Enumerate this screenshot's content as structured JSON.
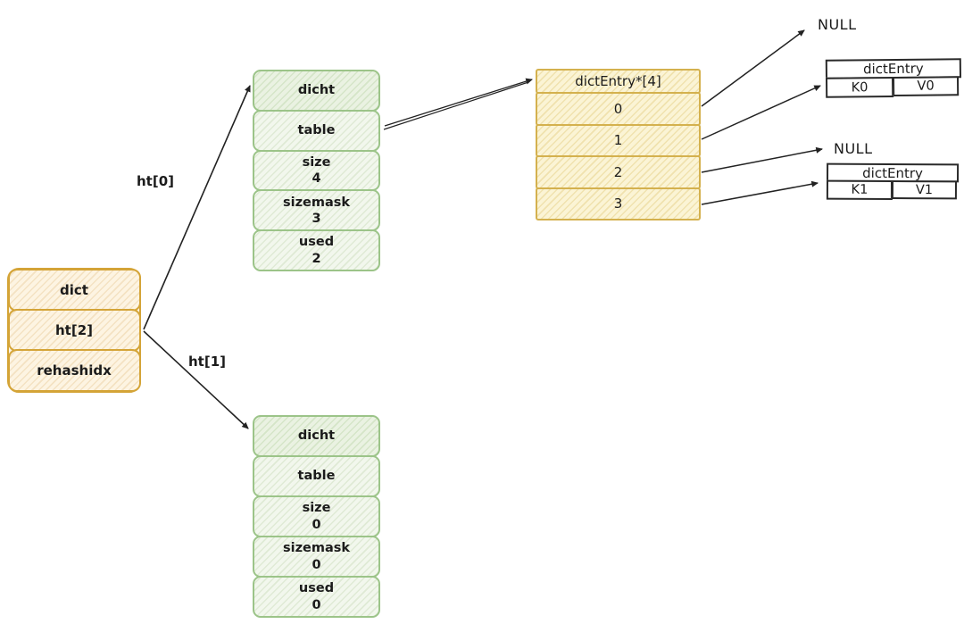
{
  "colors": {
    "orange_border": "#d4a437",
    "orange_fill": "#fdf4e2",
    "orange_hatch": "#f4e2c2",
    "green_border": "#9cc489",
    "green_fill": "#f2f7ed",
    "green_hatch": "#dfead5",
    "yellow_border": "#d4b14e",
    "yellow_fill": "#fbf4d5",
    "yellow_hatch": "#f0e2ae",
    "entry_table_border": "#2a2a2a",
    "arrow": "#222222",
    "text": "#1b1b1b"
  },
  "dict_box": {
    "rows": [
      {
        "label": "dict"
      },
      {
        "label": "ht[2]"
      },
      {
        "label": "rehashidx"
      }
    ]
  },
  "edges": {
    "ht0_label": "ht[0]",
    "ht1_label": "ht[1]"
  },
  "dictht_top": {
    "rows": [
      {
        "label": "dicht",
        "value": ""
      },
      {
        "label": "table",
        "value": ""
      },
      {
        "label": "size",
        "value": "4"
      },
      {
        "label": "sizemask",
        "value": "3"
      },
      {
        "label": "used",
        "value": "2"
      }
    ]
  },
  "dictht_bottom": {
    "rows": [
      {
        "label": "dicht",
        "value": ""
      },
      {
        "label": "table",
        "value": ""
      },
      {
        "label": "size",
        "value": "0"
      },
      {
        "label": "sizemask",
        "value": "0"
      },
      {
        "label": "used",
        "value": "0"
      }
    ]
  },
  "bucket_array": {
    "header": "dictEntry*[4]",
    "slots": [
      {
        "label": "0"
      },
      {
        "label": "1"
      },
      {
        "label": "2"
      },
      {
        "label": "3"
      }
    ]
  },
  "entries": [
    {
      "header": "dictEntry",
      "key": "K0",
      "value": "V0"
    },
    {
      "header": "dictEntry",
      "key": "K1",
      "value": "V1"
    }
  ],
  "null_pointers": [
    {
      "label": "NULL"
    },
    {
      "label": "NULL"
    }
  ]
}
